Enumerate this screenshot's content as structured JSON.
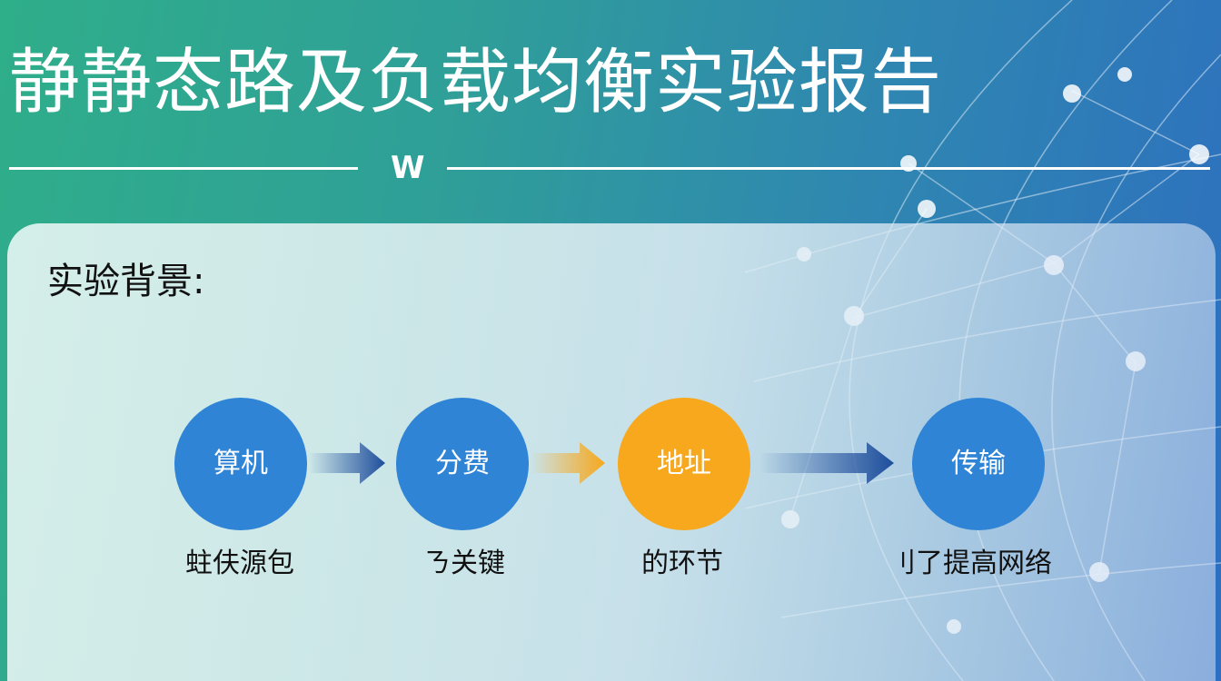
{
  "slide": {
    "title": "静静态路及负载均衡实验报告",
    "logo_text": "W",
    "section_label": "实验背景:",
    "steps": [
      {
        "label": "算机",
        "caption": "蛀伕源包",
        "color": "#2f84d6"
      },
      {
        "label": "分费",
        "caption": "ㄋ关键",
        "color": "#2f84d6"
      },
      {
        "label": "地址",
        "caption": "的环节",
        "color": "#f7a81c"
      },
      {
        "label": "传输",
        "caption": "刂了提高网络",
        "color": "#2f84d6"
      }
    ],
    "arrow_colors": [
      "#1f4e9c",
      "#f7a81c",
      "#1f4e9c"
    ]
  }
}
